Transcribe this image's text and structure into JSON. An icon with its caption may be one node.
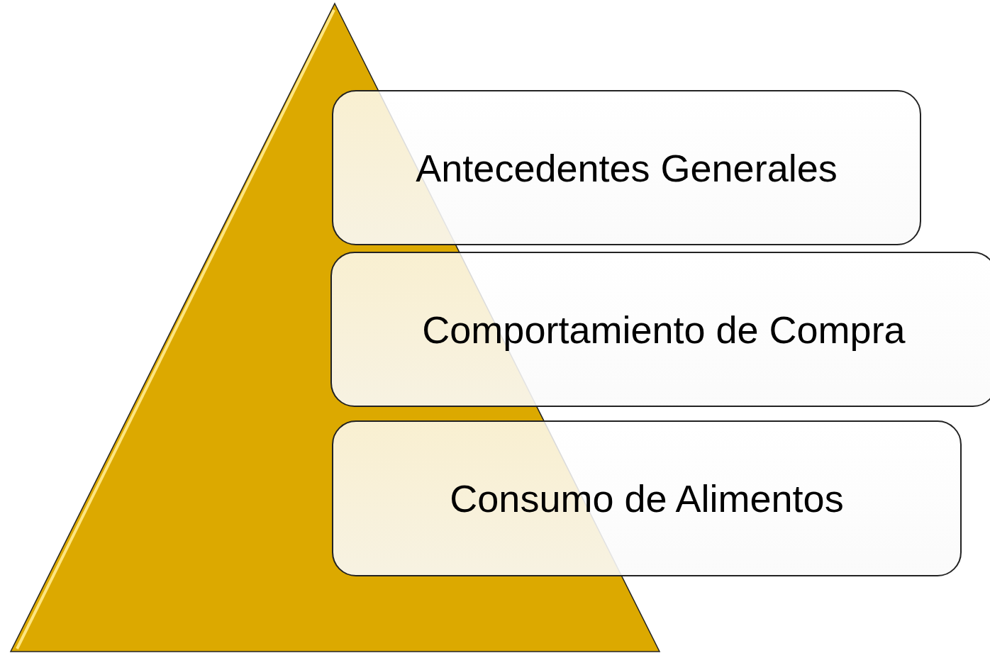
{
  "diagram": {
    "nodes": [
      {
        "text": [],
        "shape": "triangle"
      },
      {
        "text": [
          "Antecedentes Generales"
        ]
      },
      {
        "text": [
          "Comportamiento de Compra"
        ]
      },
      {
        "text": [
          "Consumo de Alimentos"
        ]
      }
    ],
    "edges": []
  }
}
